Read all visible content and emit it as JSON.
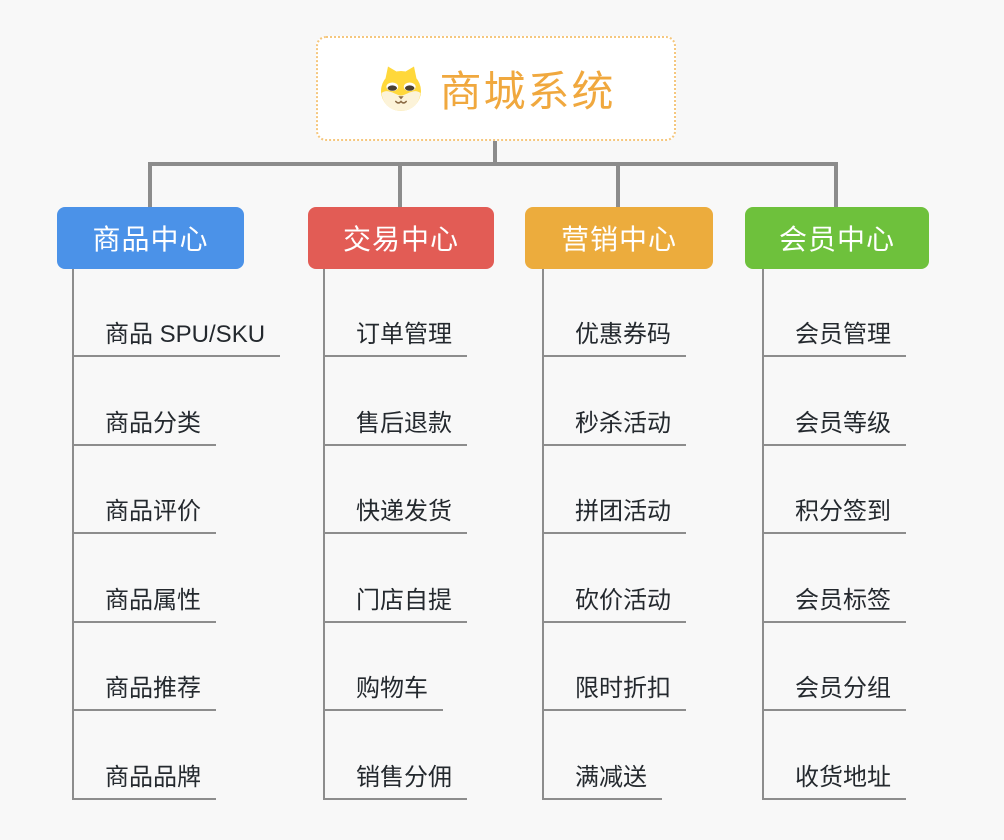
{
  "root": {
    "title": "商城系统",
    "icon": "dog-face-icon",
    "title_color": "#F0A83E",
    "border_color": "#F5C77E"
  },
  "connector_color": "#8C8C8C",
  "branches": [
    {
      "label": "商品中心",
      "color": "#4B92E8",
      "items": [
        "商品 SPU/SKU",
        "商品分类",
        "商品评价",
        "商品属性",
        "商品推荐",
        "商品品牌"
      ]
    },
    {
      "label": "交易中心",
      "color": "#E25C55",
      "items": [
        "订单管理",
        "售后退款",
        "快递发货",
        "门店自提",
        "购物车",
        "销售分佣"
      ]
    },
    {
      "label": "营销中心",
      "color": "#ECAC3D",
      "items": [
        "优惠券码",
        "秒杀活动",
        "拼团活动",
        "砍价活动",
        "限时折扣",
        "满减送"
      ]
    },
    {
      "label": "会员中心",
      "color": "#6EC13C",
      "items": [
        "会员管理",
        "会员等级",
        "积分签到",
        "会员标签",
        "会员分组",
        "收货地址"
      ]
    }
  ]
}
